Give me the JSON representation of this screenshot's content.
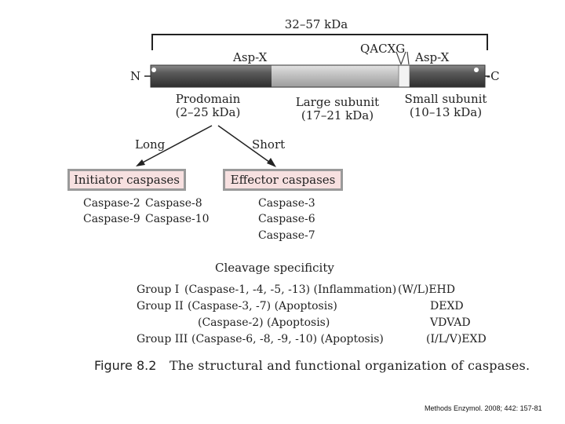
{
  "protein": {
    "mass_range": "32–57 kDa",
    "n_term": "N",
    "c_term": "-C",
    "site_left": "Asp-X",
    "site_middle": "QACXG",
    "site_right": "Asp-X",
    "prodomain": "Prodomain",
    "prodomain_mass": "(2–25 kDa)",
    "large_subunit": "Large subunit",
    "large_subunit_mass": "(17–21 kDa)",
    "small_subunit": "Small subunit",
    "small_subunit_mass": "(10–13 kDa)"
  },
  "branches": {
    "long": "Long",
    "short": "Short"
  },
  "initiator": {
    "title": "Initiator caspases",
    "members": [
      [
        "Caspase-2",
        "Caspase-8"
      ],
      [
        "Caspase-9",
        "Caspase-10"
      ]
    ]
  },
  "effector": {
    "title": "Effector caspases",
    "members": [
      "Caspase-3",
      "Caspase-6",
      "Caspase-7"
    ]
  },
  "specificity": {
    "title": "Cleavage specificity",
    "rows": [
      {
        "group": "Group I",
        "detail": "(Caspase-1, -4, -5, -13) (Inflammation)",
        "motif": "(W/L)EHD"
      },
      {
        "group": "Group II",
        "detail": "(Caspase-3, -7) (Apoptosis)",
        "motif": "DEXD"
      },
      {
        "group": "",
        "detail": "(Caspase-2) (Apoptosis)",
        "motif": "VDVAD"
      },
      {
        "group": "Group III",
        "detail": "(Caspase-6, -8, -9, -10) (Apoptosis)",
        "motif": "(I/L/V)EXD"
      }
    ]
  },
  "caption": {
    "label": "Figure 8.2",
    "text": "The structural and functional organization of caspases."
  },
  "source": "Methods Enzymol. 2008; 442: 157-81",
  "colors": {
    "dark_segment": "#4a4a4a",
    "light_segment": "#bdbdbd",
    "box_fill": "#f7e0e0",
    "box_border": "#9a9a9a"
  }
}
